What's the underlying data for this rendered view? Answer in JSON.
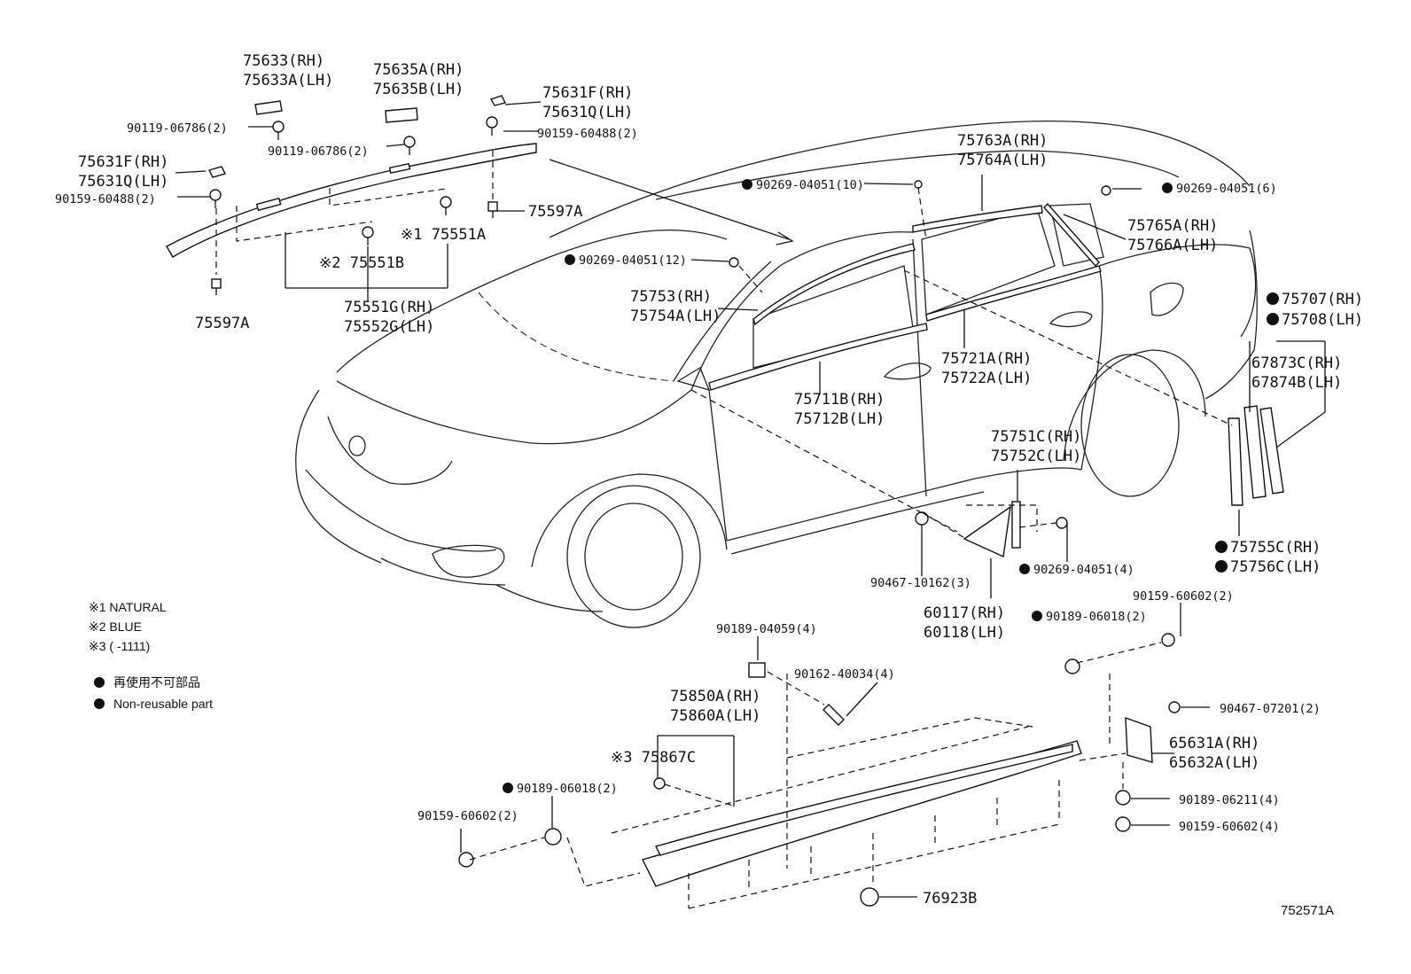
{
  "labels": [
    {
      "id": "l1",
      "lines": [
        "75633(RH)",
        "75633A(LH)"
      ],
      "size": "big"
    },
    {
      "id": "l2",
      "lines": [
        "75635A(RH)",
        "75635B(LH)"
      ],
      "size": "big"
    },
    {
      "id": "l3",
      "lines": [
        "75631F(RH)",
        "75631Q(LH)"
      ],
      "size": "big"
    },
    {
      "id": "l4",
      "lines": [
        "90119-06786(2)"
      ],
      "size": "small"
    },
    {
      "id": "l5",
      "lines": [
        "90119-06786(2)"
      ],
      "size": "small"
    },
    {
      "id": "l6",
      "lines": [
        "90159-60488(2)"
      ],
      "size": "small"
    },
    {
      "id": "l7",
      "lines": [
        "75631F(RH)",
        "75631Q(LH)"
      ],
      "size": "big"
    },
    {
      "id": "l8",
      "lines": [
        "90159-60488(2)"
      ],
      "size": "small"
    },
    {
      "id": "l9",
      "lines": [
        "75597A"
      ],
      "size": "big"
    },
    {
      "id": "l10",
      "lines": [
        "※1 75551A"
      ],
      "size": "big"
    },
    {
      "id": "l11",
      "lines": [
        "※2 75551B"
      ],
      "size": "big"
    },
    {
      "id": "l12",
      "lines": [
        "75551G(RH)",
        "75552G(LH)"
      ],
      "size": "big"
    },
    {
      "id": "l13",
      "lines": [
        "75597A"
      ],
      "size": "big"
    },
    {
      "id": "l14",
      "lines": [
        "90269-04051(10)"
      ],
      "size": "small",
      "dot": true
    },
    {
      "id": "l15",
      "lines": [
        "75763A(RH)",
        "75764A(LH)"
      ],
      "size": "big"
    },
    {
      "id": "l16",
      "lines": [
        "90269-04051(6)"
      ],
      "size": "small",
      "dot": true
    },
    {
      "id": "l17",
      "lines": [
        "90269-04051(12)"
      ],
      "size": "small",
      "dot": true
    },
    {
      "id": "l18",
      "lines": [
        "75765A(RH)",
        "75766A(LH)"
      ],
      "size": "big"
    },
    {
      "id": "l19",
      "lines": [
        "75753(RH)",
        "75754A(LH)"
      ],
      "size": "big"
    },
    {
      "id": "l20",
      "lines": [
        "75707(RH)"
      ],
      "size": "big",
      "dot": true
    },
    {
      "id": "l21",
      "lines": [
        "75708(LH)"
      ],
      "size": "big",
      "dot": true
    },
    {
      "id": "l22",
      "lines": [
        "67873C(RH)",
        "67874B(LH)"
      ],
      "size": "big"
    },
    {
      "id": "l23",
      "lines": [
        "75721A(RH)",
        "75722A(LH)"
      ],
      "size": "big"
    },
    {
      "id": "l24",
      "lines": [
        "75711B(RH)",
        "75712B(LH)"
      ],
      "size": "big"
    },
    {
      "id": "l25",
      "lines": [
        "75751C(RH)",
        "75752C(LH)"
      ],
      "size": "big"
    },
    {
      "id": "l26",
      "lines": [
        "75755C(RH)"
      ],
      "size": "big",
      "dot": true
    },
    {
      "id": "l27",
      "lines": [
        "75756C(LH)"
      ],
      "size": "big",
      "dot": true
    },
    {
      "id": "l28",
      "lines": [
        "90269-04051(4)"
      ],
      "size": "small",
      "dot": true
    },
    {
      "id": "l29",
      "lines": [
        "90467-10162(3)"
      ],
      "size": "small"
    },
    {
      "id": "l30",
      "lines": [
        "60117(RH)",
        "60118(LH)"
      ],
      "size": "big"
    },
    {
      "id": "l31",
      "lines": [
        "90189-06018(2)"
      ],
      "size": "small",
      "dot": true
    },
    {
      "id": "l32",
      "lines": [
        "90159-60602(2)"
      ],
      "size": "small"
    },
    {
      "id": "l33",
      "lines": [
        "90189-04059(4)"
      ],
      "size": "small"
    },
    {
      "id": "l34",
      "lines": [
        "90162-40034(4)"
      ],
      "size": "small"
    },
    {
      "id": "l35",
      "lines": [
        "75850A(RH)",
        "75860A(LH)"
      ],
      "size": "big"
    },
    {
      "id": "l36",
      "lines": [
        "90467-07201(2)"
      ],
      "size": "small"
    },
    {
      "id": "l37",
      "lines": [
        "65631A(RH)",
        "65632A(LH)"
      ],
      "size": "big"
    },
    {
      "id": "l38",
      "lines": [
        "※3 75867C"
      ],
      "size": "big"
    },
    {
      "id": "l39",
      "lines": [
        "90189-06018(2)"
      ],
      "size": "small",
      "dot": true
    },
    {
      "id": "l40",
      "lines": [
        "90159-60602(2)"
      ],
      "size": "small"
    },
    {
      "id": "l41",
      "lines": [
        "90189-06211(4)"
      ],
      "size": "small"
    },
    {
      "id": "l42",
      "lines": [
        "90159-60602(4)"
      ],
      "size": "small"
    },
    {
      "id": "l43",
      "lines": [
        "76923B"
      ],
      "size": "big"
    }
  ],
  "legend": {
    "note1": "※1 NATURAL",
    "note2": "※2 BLUE",
    "note3": "※3 (      -1111)",
    "nonreusable_jp": "再使用不可部品",
    "nonreusable_en": "Non-reusable part"
  },
  "figure_code": "752571A"
}
